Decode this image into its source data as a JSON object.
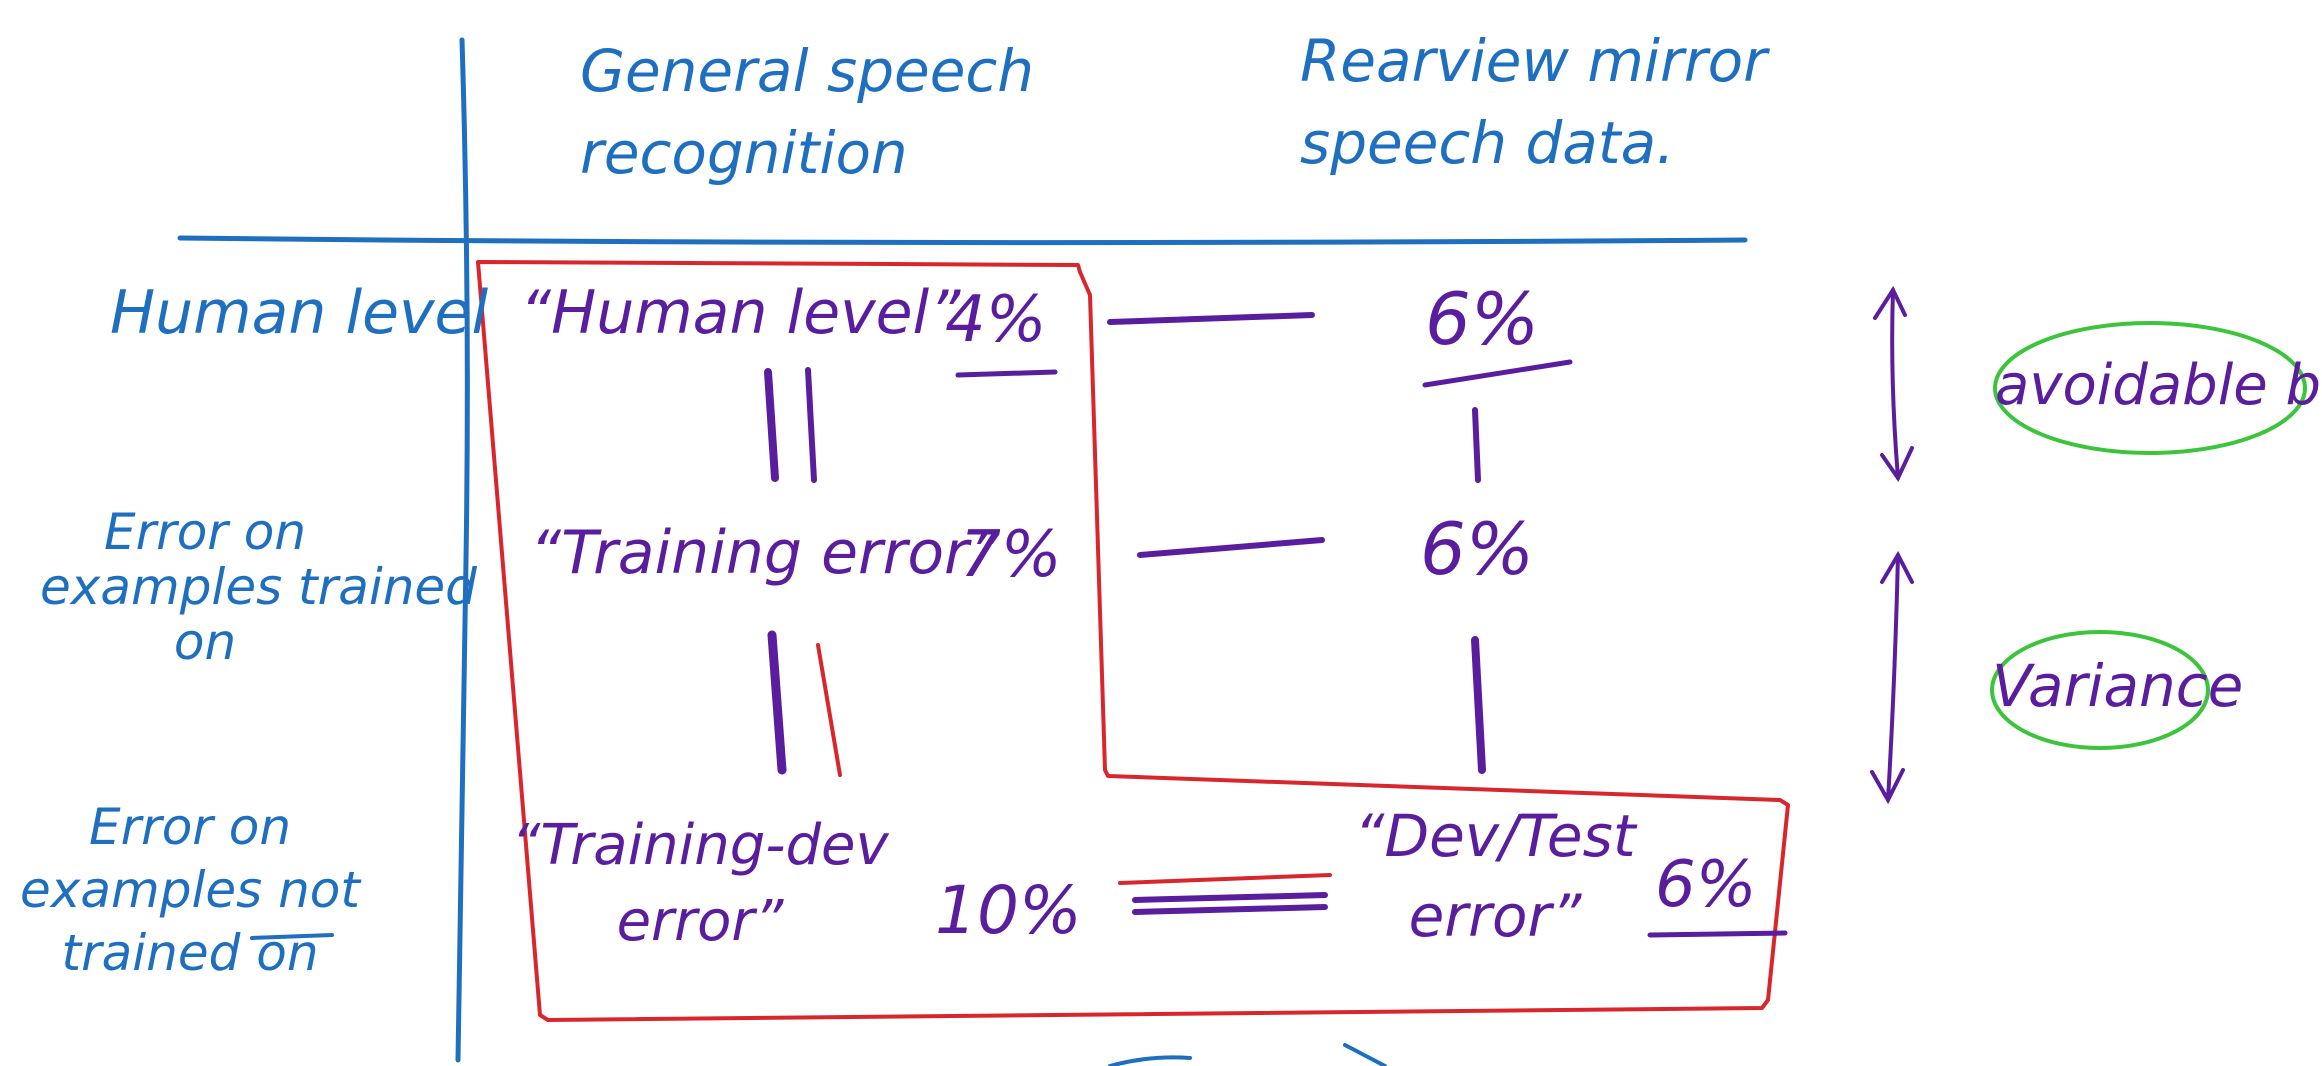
{
  "colors": {
    "blue": "#1e6fc0",
    "purple": "#5a1d9e",
    "red": "#d9262c",
    "green": "#3cc43c"
  },
  "columns": {
    "general": [
      "General speech",
      "recognition"
    ],
    "rearview": [
      "Rearview mirror",
      "speech data."
    ]
  },
  "rows": {
    "human": [
      "Human level"
    ],
    "train": [
      "Error on",
      "examples trained",
      "on"
    ],
    "dev": [
      "Error on",
      "examples not",
      "trained on"
    ]
  },
  "cells": {
    "human_label": "“Human level”",
    "human_general": "4%",
    "human_rearview": "6%",
    "train_label": "“Training error”",
    "train_general": "7%",
    "train_rearview": "6%",
    "dev_label": [
      "“Training-dev",
      "error”"
    ],
    "dev_general": "10%",
    "devtest_label": [
      "“Dev/Test",
      "error”"
    ],
    "dev_rearview": "6%"
  },
  "annotations": {
    "avoidable_bias": "avoidable bias",
    "variance": "Variance"
  }
}
